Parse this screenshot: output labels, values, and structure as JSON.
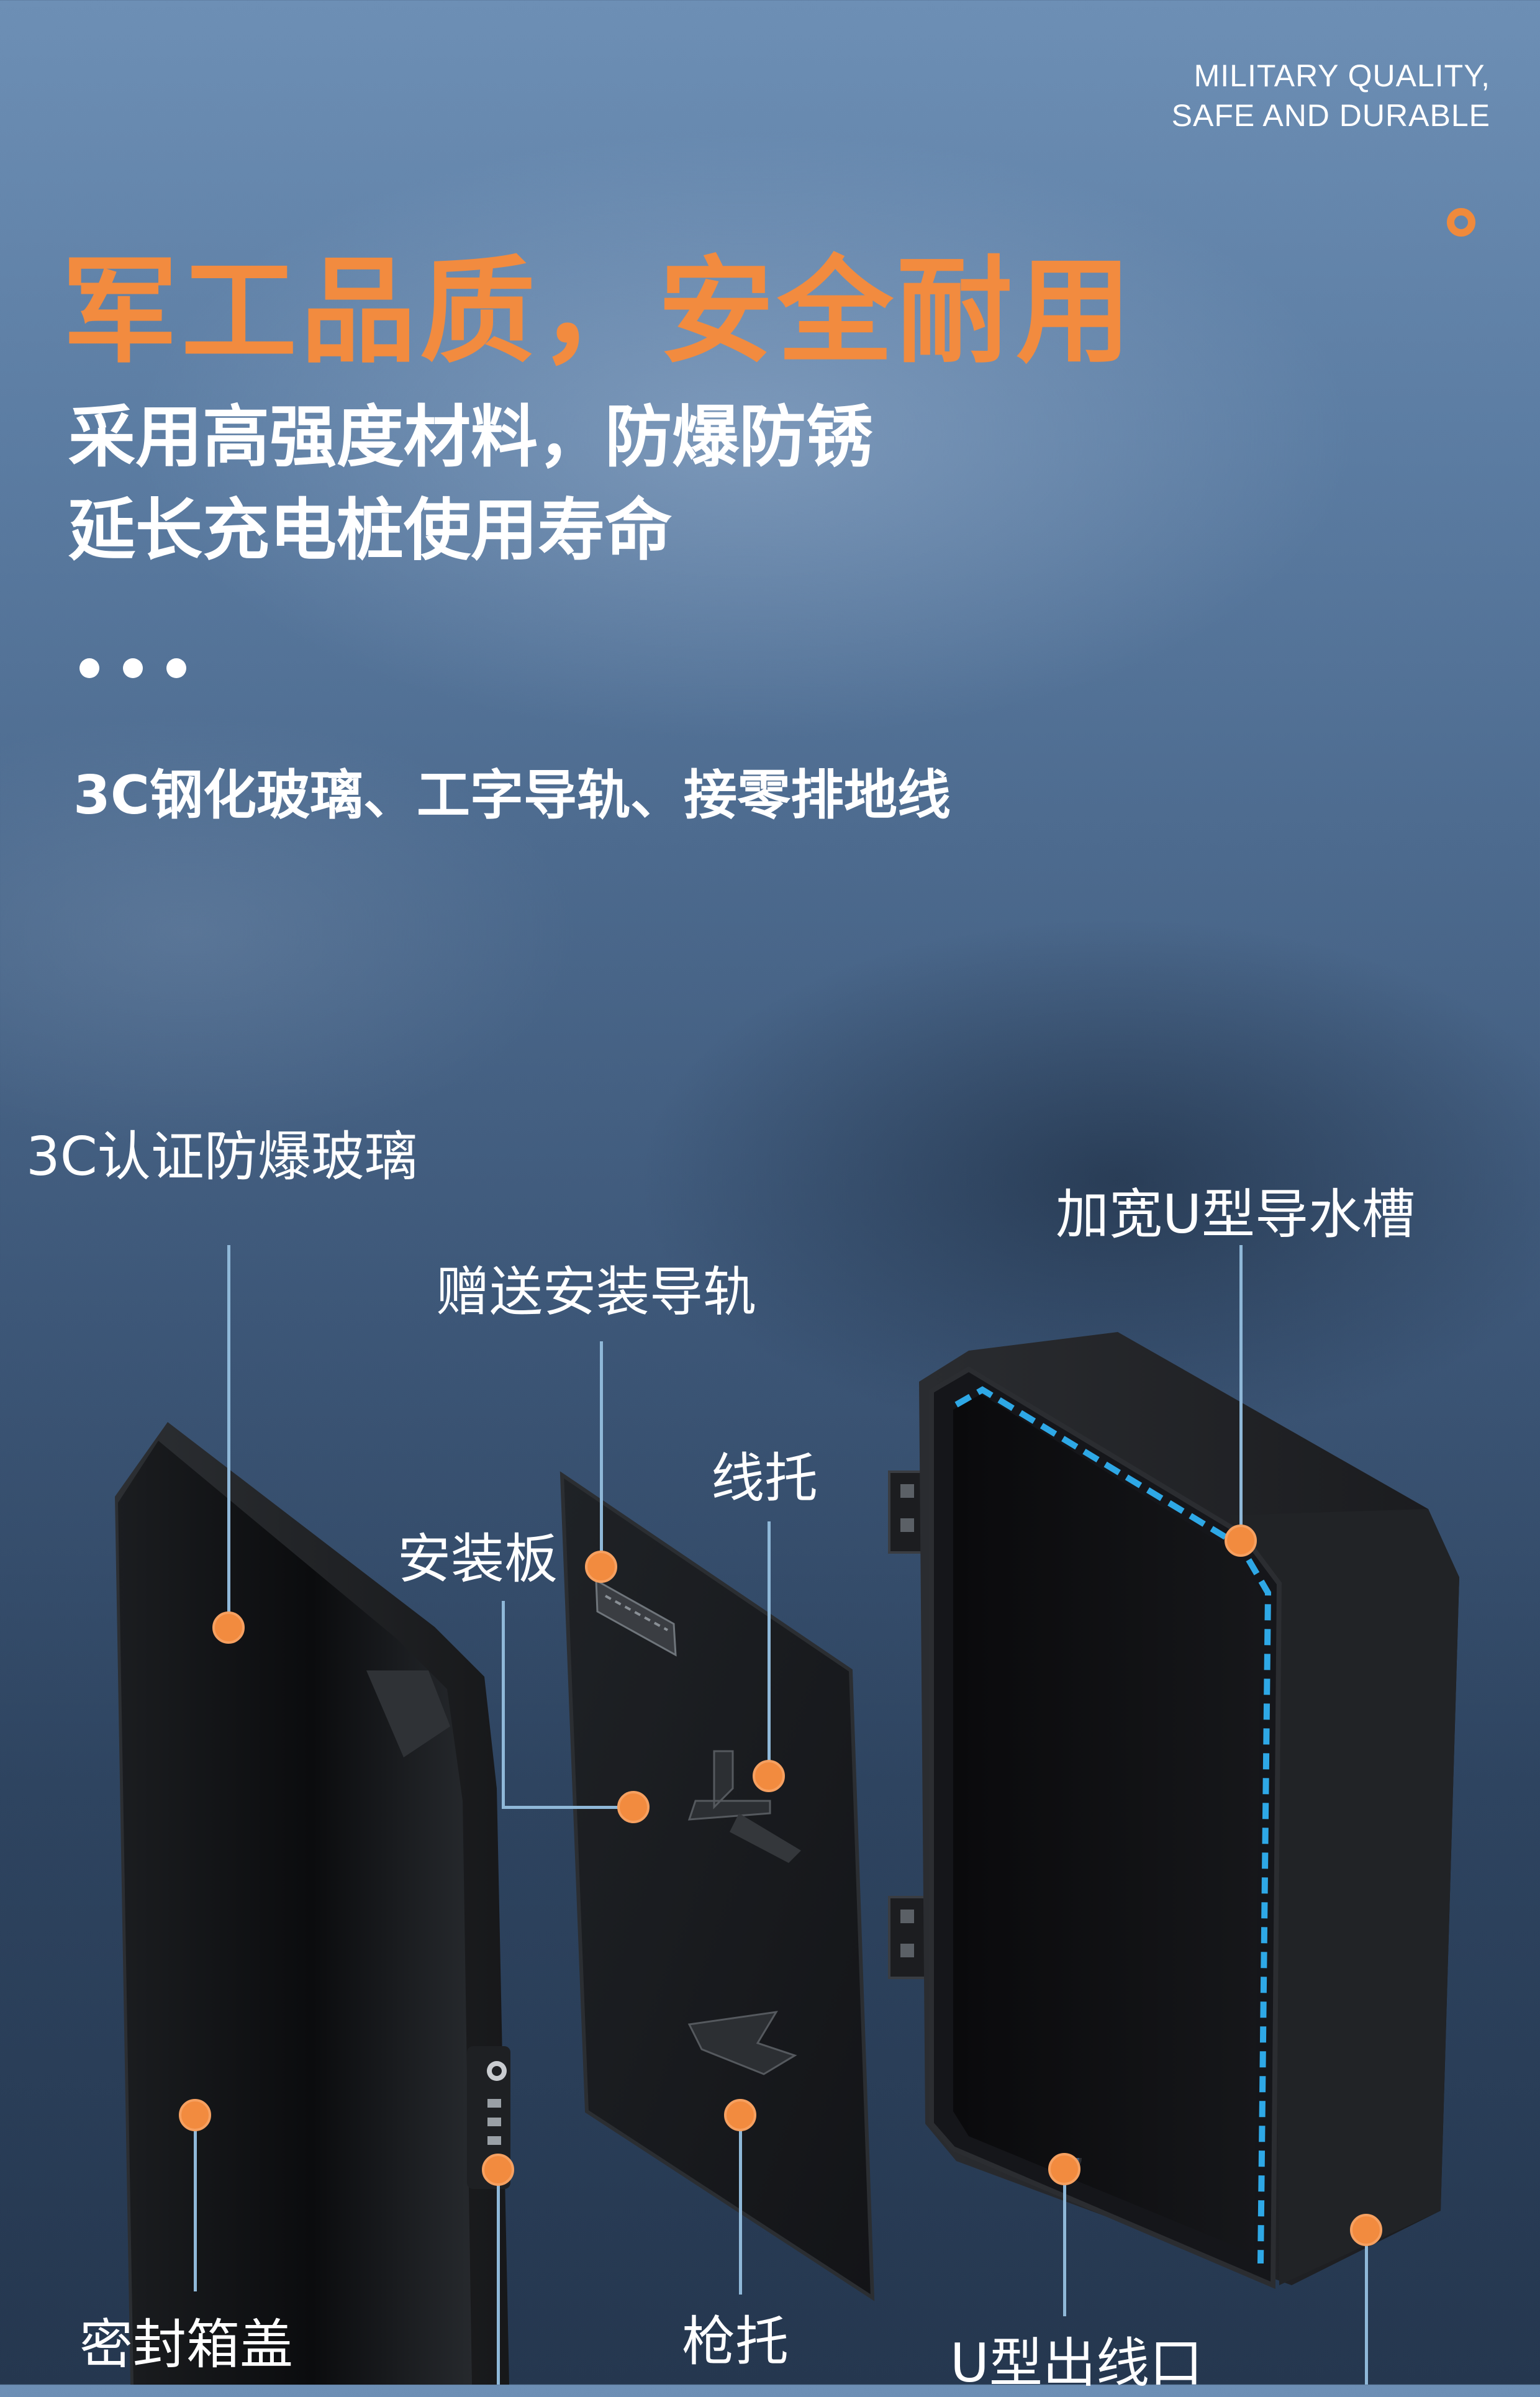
{
  "header": {
    "english_tagline": [
      "MILITARY QUALITY,",
      "SAFE AND DURABLE"
    ],
    "title": "军工品质，安全耐用",
    "subtitle_line1": "采用高强度材料，防爆防锈",
    "subtitle_line2": "延长充电桩使用寿命",
    "features": "3C钢化玻璃、工字导轨、接零排地线"
  },
  "callouts": {
    "glass": "3C认证防爆玻璃",
    "rail": "赠送安装导轨",
    "cable_holder": "线托",
    "mount_plate": "安装板",
    "water_channel": "加宽U型导水槽",
    "cover": "密封箱盖",
    "gun_holder": "枪托",
    "cable_outlet": "U型出线口"
  },
  "colors": {
    "accent": "#f28b3f",
    "leader_line": "#8fb8d8",
    "seal_strip": "#2ea8e6",
    "text": "#ffffff"
  },
  "icons": [
    "ring-icon",
    "dots-icon"
  ]
}
